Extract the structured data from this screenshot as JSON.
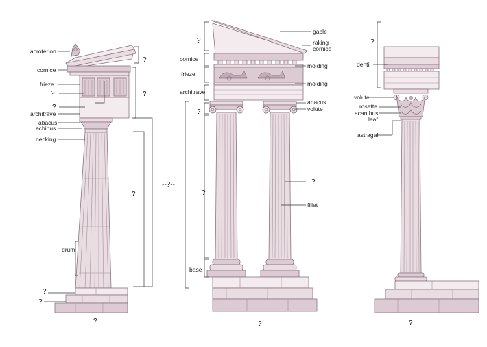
{
  "doric": {
    "labels": {
      "acroterion": "acroterion",
      "cornice": "cornice",
      "frieze": "frieze",
      "architrave": "architrave",
      "abacus": "abacus",
      "echinus": "echinus",
      "necking": "necking",
      "drum": "drum"
    },
    "unknowns": {
      "q_top": "?",
      "q_entablature": "?",
      "q_triglyph": "?",
      "q_metope": "?",
      "q_shaft": "?",
      "q_stylobate": "?",
      "q_steps": "?",
      "q_order": "?"
    }
  },
  "middle_label": "--?--",
  "ionic": {
    "labels": {
      "gable": "gable",
      "raking_cornice_1": "raking",
      "raking_cornice_2": "cornice",
      "cornice": "cornice",
      "molding_top": "molding",
      "frieze": "frieze",
      "molding_bottom": "molding",
      "architrave": "architrave",
      "abacus": "abacus",
      "volute": "volute",
      "fillet": "fillet",
      "base": "base"
    },
    "unknowns": {
      "q_pediment": "?",
      "q_capital": "?",
      "q_shaft": "?",
      "q_flute": "?",
      "q_order": "?"
    }
  },
  "corinthian": {
    "labels": {
      "dentil": "dentil",
      "volute": "volute",
      "rosette": "rosette",
      "acanthus_1": "acanthus",
      "acanthus_2": "leaf",
      "astragal": "astragal"
    },
    "unknowns": {
      "q_entablature": "?",
      "q_order": "?"
    }
  },
  "colors": {
    "stone": "#e9dde2",
    "stone_dark": "#dccbd3",
    "stone_light": "#f3ebee",
    "outline": "#8a7380"
  }
}
